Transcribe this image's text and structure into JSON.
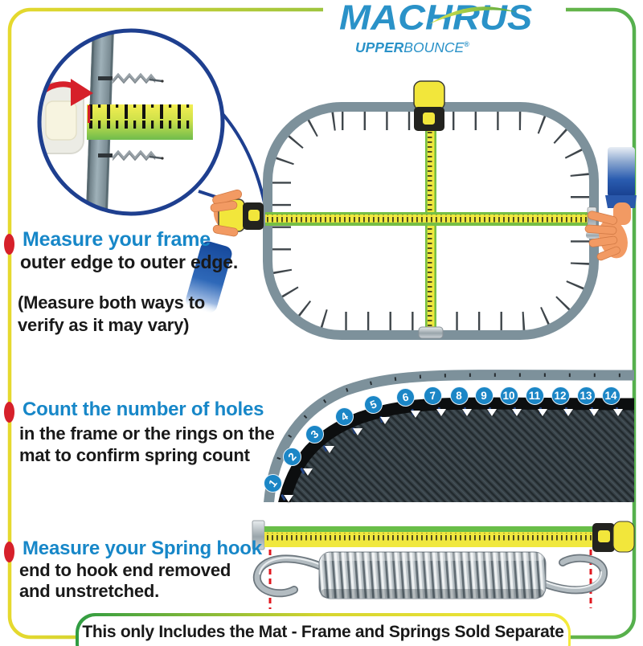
{
  "logo": {
    "brand": "MACHRUS",
    "sub_bold": "UPPER",
    "sub_light": "BOUNCE",
    "registered": "®"
  },
  "sections": [
    {
      "heading": "Measure your frame",
      "sub": "outer edge to outer edge.",
      "note_lines": [
        "(Measure both ways to",
        "verify as it may vary)"
      ]
    },
    {
      "heading": "Count the number of holes",
      "body_lines": [
        "in the frame or the rings on the",
        "mat to confirm spring count"
      ]
    },
    {
      "heading": "Measure your Spring hook",
      "body_lines": [
        "end to hook end removed",
        "and unstretched."
      ]
    }
  ],
  "holes": {
    "numbers": [
      1,
      2,
      3,
      4,
      5,
      6,
      7,
      8,
      9,
      10,
      11,
      12,
      13,
      14
    ]
  },
  "footer": {
    "text": "This only Includes the Mat - Frame and Springs Sold Separate"
  },
  "colors": {
    "brand_blue": "#2a92c8",
    "heading_blue": "#1787c8",
    "text_black": "#191919",
    "border_yellow": "#e6d92e",
    "border_green": "#56b04d",
    "accent_red": "#d6202a",
    "tape_yellow": "#f0e83e",
    "tape_green": "#6cbf47",
    "frame_gray": "#7d919b",
    "hole_badge_blue": "#1b86c6",
    "callout_navy": "#1e3f8f"
  }
}
